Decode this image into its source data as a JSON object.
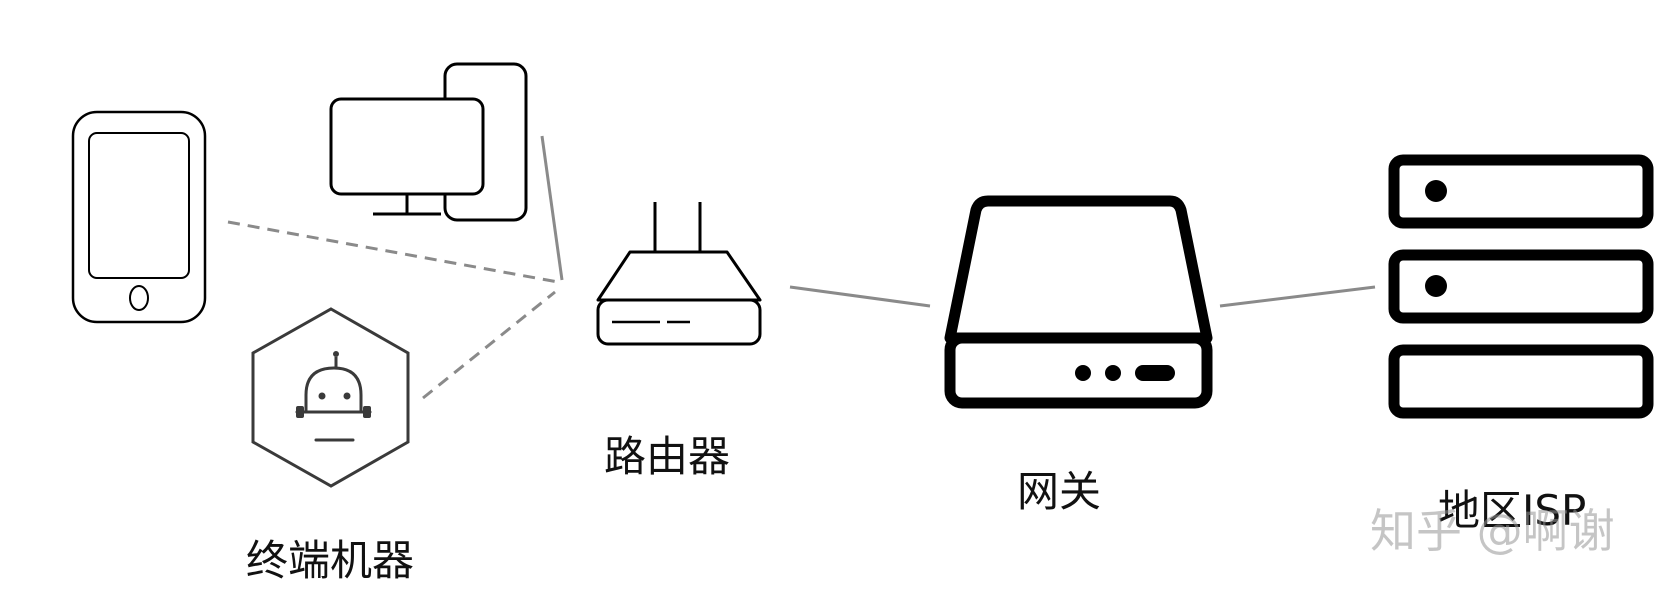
{
  "nodes": {
    "terminal": {
      "label": "终端机器"
    },
    "router": {
      "label": "路由器"
    },
    "gateway": {
      "label": "网关"
    },
    "isp": {
      "label": "地区ISP"
    }
  },
  "watermark": "知乎 @啊谢",
  "colors": {
    "stroke": "#000000",
    "link": "#8a8a8a",
    "robot": "#3a3a3a",
    "text": "#111111"
  },
  "icons": [
    "tablet-icon",
    "desktop-computer-icon",
    "robot-icon",
    "router-icon",
    "gateway-icon",
    "server-rack-icon"
  ]
}
